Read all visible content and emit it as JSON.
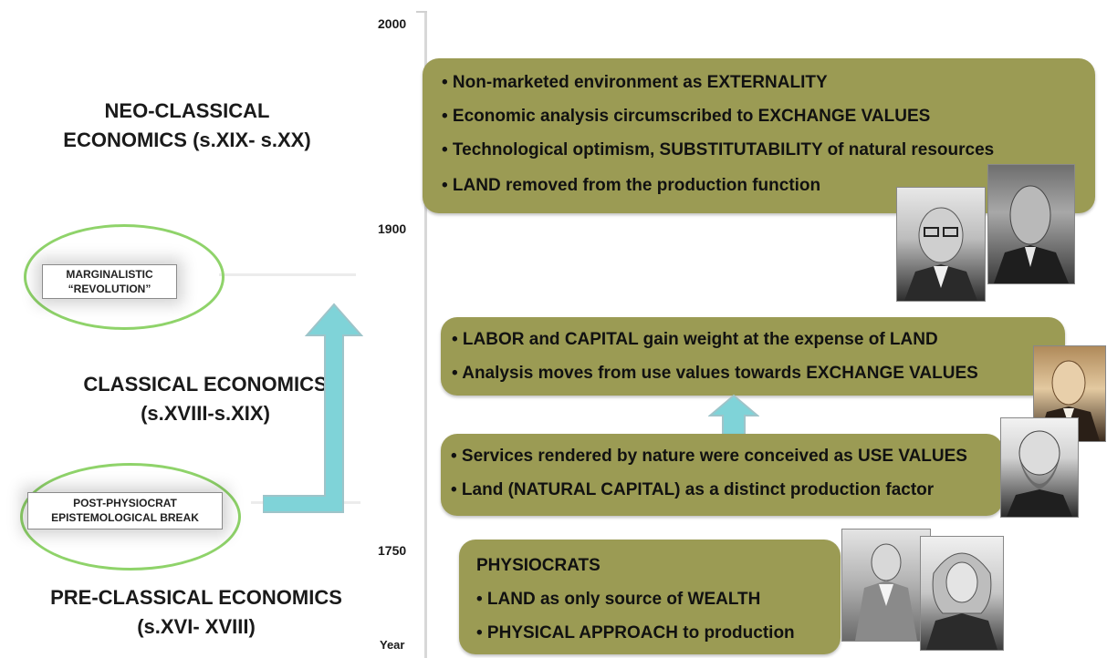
{
  "years": {
    "y2000": "2000",
    "y1900": "1900",
    "y1750": "1750",
    "year_label": "Year"
  },
  "eras": {
    "neo": "NEO-CLASSICAL ECONOMICS (s.XIX- s.XX)",
    "classical": "CLASSICAL ECONOMICS (s.XVIII-s.XIX)",
    "pre": "PRE-CLASSICAL ECONOMICS (s.XVI- XVIII)"
  },
  "labels": {
    "marginalistic_1": "MARGINALISTIC",
    "marginalistic_2": "“REVOLUTION”",
    "post_1": "POST-PHYSIOCRAT",
    "post_2": "EPISTEMOLOGICAL BREAK"
  },
  "neo_box": [
    "• Non-marketed environment as EXTERNALITY",
    "• Economic analysis circumscribed to EXCHANGE VALUES",
    "• Technological optimism, SUBSTITUTABILITY of natural resources",
    "• LAND removed from the production function"
  ],
  "classical_upper_box": [
    "•  LABOR and CAPITAL gain weight at the expense of LAND",
    "•  Analysis moves from use values towards EXCHANGE VALUES"
  ],
  "classical_lower_box": [
    "• Services rendered by nature were conceived as USE VALUES",
    "• Land (NATURAL CAPITAL) as a distinct production factor"
  ],
  "physiocrats_box": {
    "title": "PHYSIOCRATS",
    "items": [
      "• LAND as only source of WEALTH",
      "• PHYSICAL APPROACH to production"
    ]
  },
  "colors": {
    "box": "#9b9b54",
    "oval": "#8fd36a",
    "arrow": "#7fd3d8"
  }
}
